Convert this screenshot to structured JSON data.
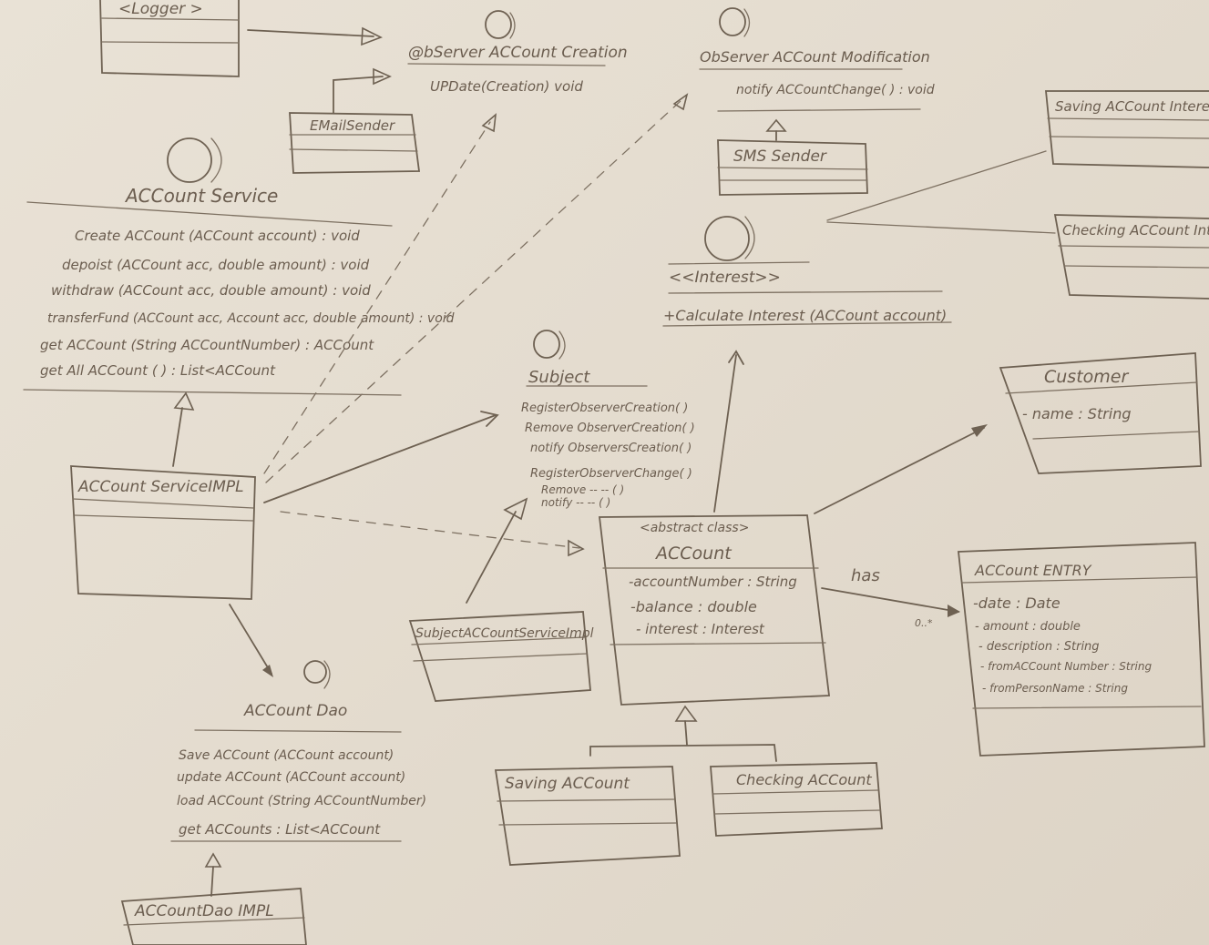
{
  "classes": {
    "logger": {
      "name": "<Logger >",
      "attrs": [],
      "methods": []
    },
    "email_sender": {
      "name": "EMailSender"
    },
    "account_service": {
      "name": "ACCount Service",
      "methods": [
        "Create ACCount (ACCount account) : void",
        "depoist (ACCount acc, double amount) : void",
        "withdraw (ACCount acc, double amount) : void",
        "transferFund (ACCount acc, Account acc, double amount) : void",
        "get ACCount (String ACCountNumber) : ACCount",
        "get All ACCount ( ) : List<ACCount"
      ]
    },
    "account_service_impl": {
      "name": "ACCount ServiceIMPL"
    },
    "observer_creation": {
      "name": "@bServer ACCount Creation",
      "methods": [
        "UPDate(Creation) void"
      ]
    },
    "observer_modification": {
      "name": "ObServer ACCount Modification",
      "methods": [
        "notify ACCountChange( ) : void"
      ]
    },
    "sms_sender": {
      "name": "SMS Sender"
    },
    "saving_interest": {
      "name": "Saving ACCount Interest"
    },
    "checking_interest": {
      "name": "Checking ACCount Interest"
    },
    "interest": {
      "name": "<<Interest>>",
      "methods": [
        "+Calculate Interest (ACCount account)"
      ]
    },
    "subject": {
      "name": "Subject",
      "methods": [
        "RegisterObserverCreation( )",
        "Remove ObserverCreation( )",
        "notify ObserversCreation( )",
        "RegisterObserverChange( )",
        "Remove -- -- ( )",
        "notify -- -- ( )"
      ]
    },
    "account": {
      "stereotype": "<abstract class>",
      "name": "ACCount",
      "attrs": [
        "-accountNumber : String",
        "-balance : double",
        "- interest : Interest"
      ]
    },
    "customer": {
      "name": "Customer",
      "attrs": [
        "- name : String"
      ]
    },
    "account_entry": {
      "name": "ACCount ENTRY",
      "attrs": [
        "-date : Date",
        "- amount : double",
        "- description : String",
        "- fromACCount Number : String",
        "- fromPersonName : String"
      ]
    },
    "subject_account_service_impl": {
      "name": "SubjectACCountServiceImpl"
    },
    "account_dao": {
      "name": "ACCount Dao",
      "methods": [
        "Save ACCount (ACCount account)",
        "update ACCount (ACCount account)",
        "load ACCount (String ACCountNumber)",
        "get ACCounts : List<ACCount"
      ]
    },
    "account_dao_impl": {
      "name": "ACCountDao IMPL"
    },
    "saving_account": {
      "name": "Saving ACCount"
    },
    "checking_account": {
      "name": "Checking ACCount"
    }
  },
  "associations": {
    "has_label": "has",
    "multiplicity": "0..*"
  },
  "colors": {
    "paper": "#e6dfd3",
    "pencil": "#6e6152"
  }
}
